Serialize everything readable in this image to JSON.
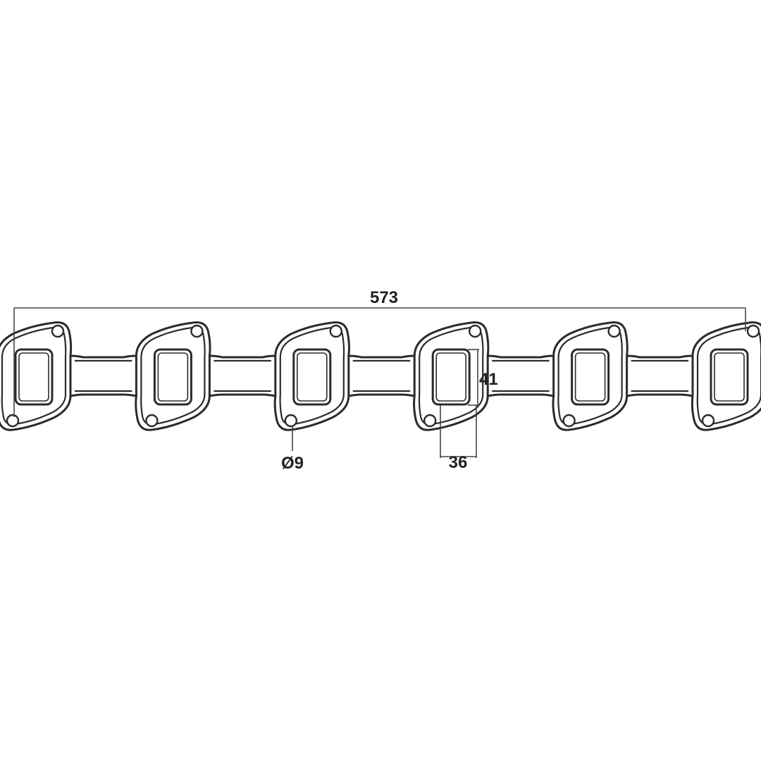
{
  "diagram": {
    "port_count": 6,
    "dimensions": {
      "overall_length": "573",
      "port_height": "41",
      "port_width": "36",
      "bolt_hole_diameter": "Ø9"
    }
  },
  "colors": {
    "line": "#2b2b2b",
    "background": "#ffffff"
  }
}
